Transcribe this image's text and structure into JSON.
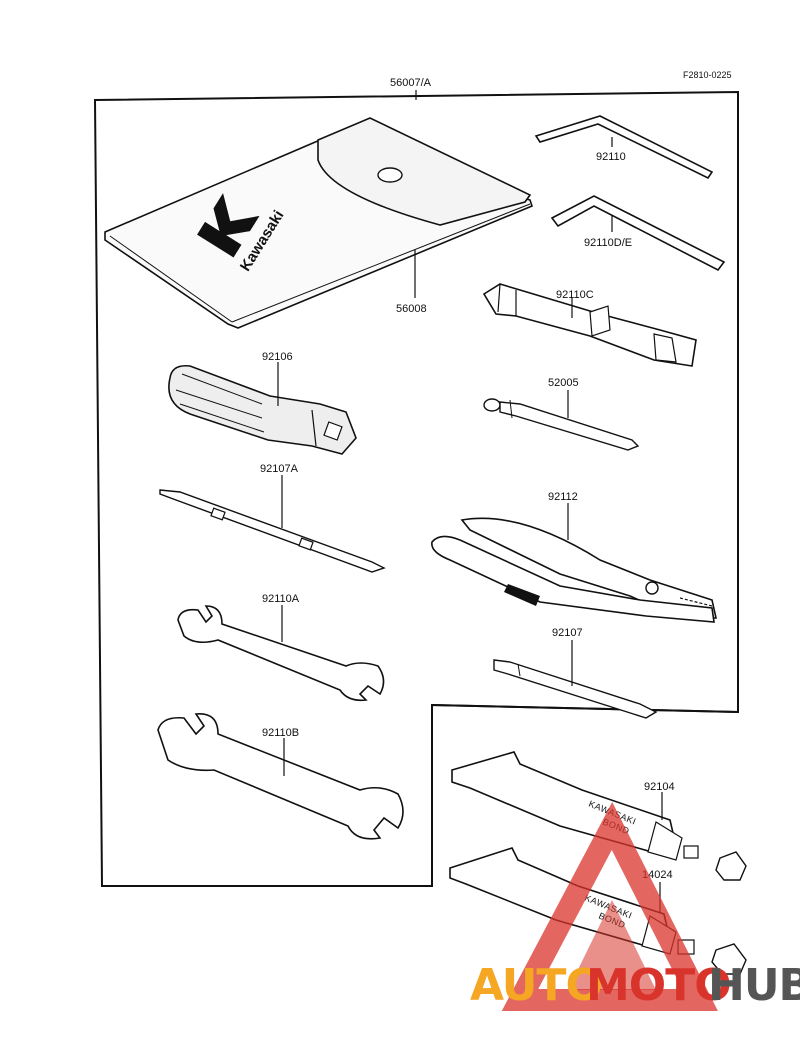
{
  "figure": {
    "ref_code": "F2810-0225",
    "parts": {
      "kit": "56007/A",
      "pouch": "56008",
      "hex_key_small": "92110",
      "hex_key_large": "92110D/E",
      "plug_wrench": "92110C",
      "bar": "52005",
      "handle": "92106",
      "screwdriver_double": "92107A",
      "pliers": "92112",
      "wrench_a": "92110A",
      "screwdriver": "92107",
      "wrench_b": "92110B",
      "bond_tube_1": "92104",
      "bond_tube_2": "14024"
    },
    "pouch_logo": "Kawasaki",
    "tube_text_1": "KAWASAKI",
    "tube_text_2": "BOND"
  },
  "watermark": {
    "text_auto": "AUTO",
    "text_moto": "MOTO",
    "text_hub": "HUB",
    "colors": {
      "auto": "#f5a623",
      "moto": "#d9342b",
      "hub": "#555555"
    }
  }
}
